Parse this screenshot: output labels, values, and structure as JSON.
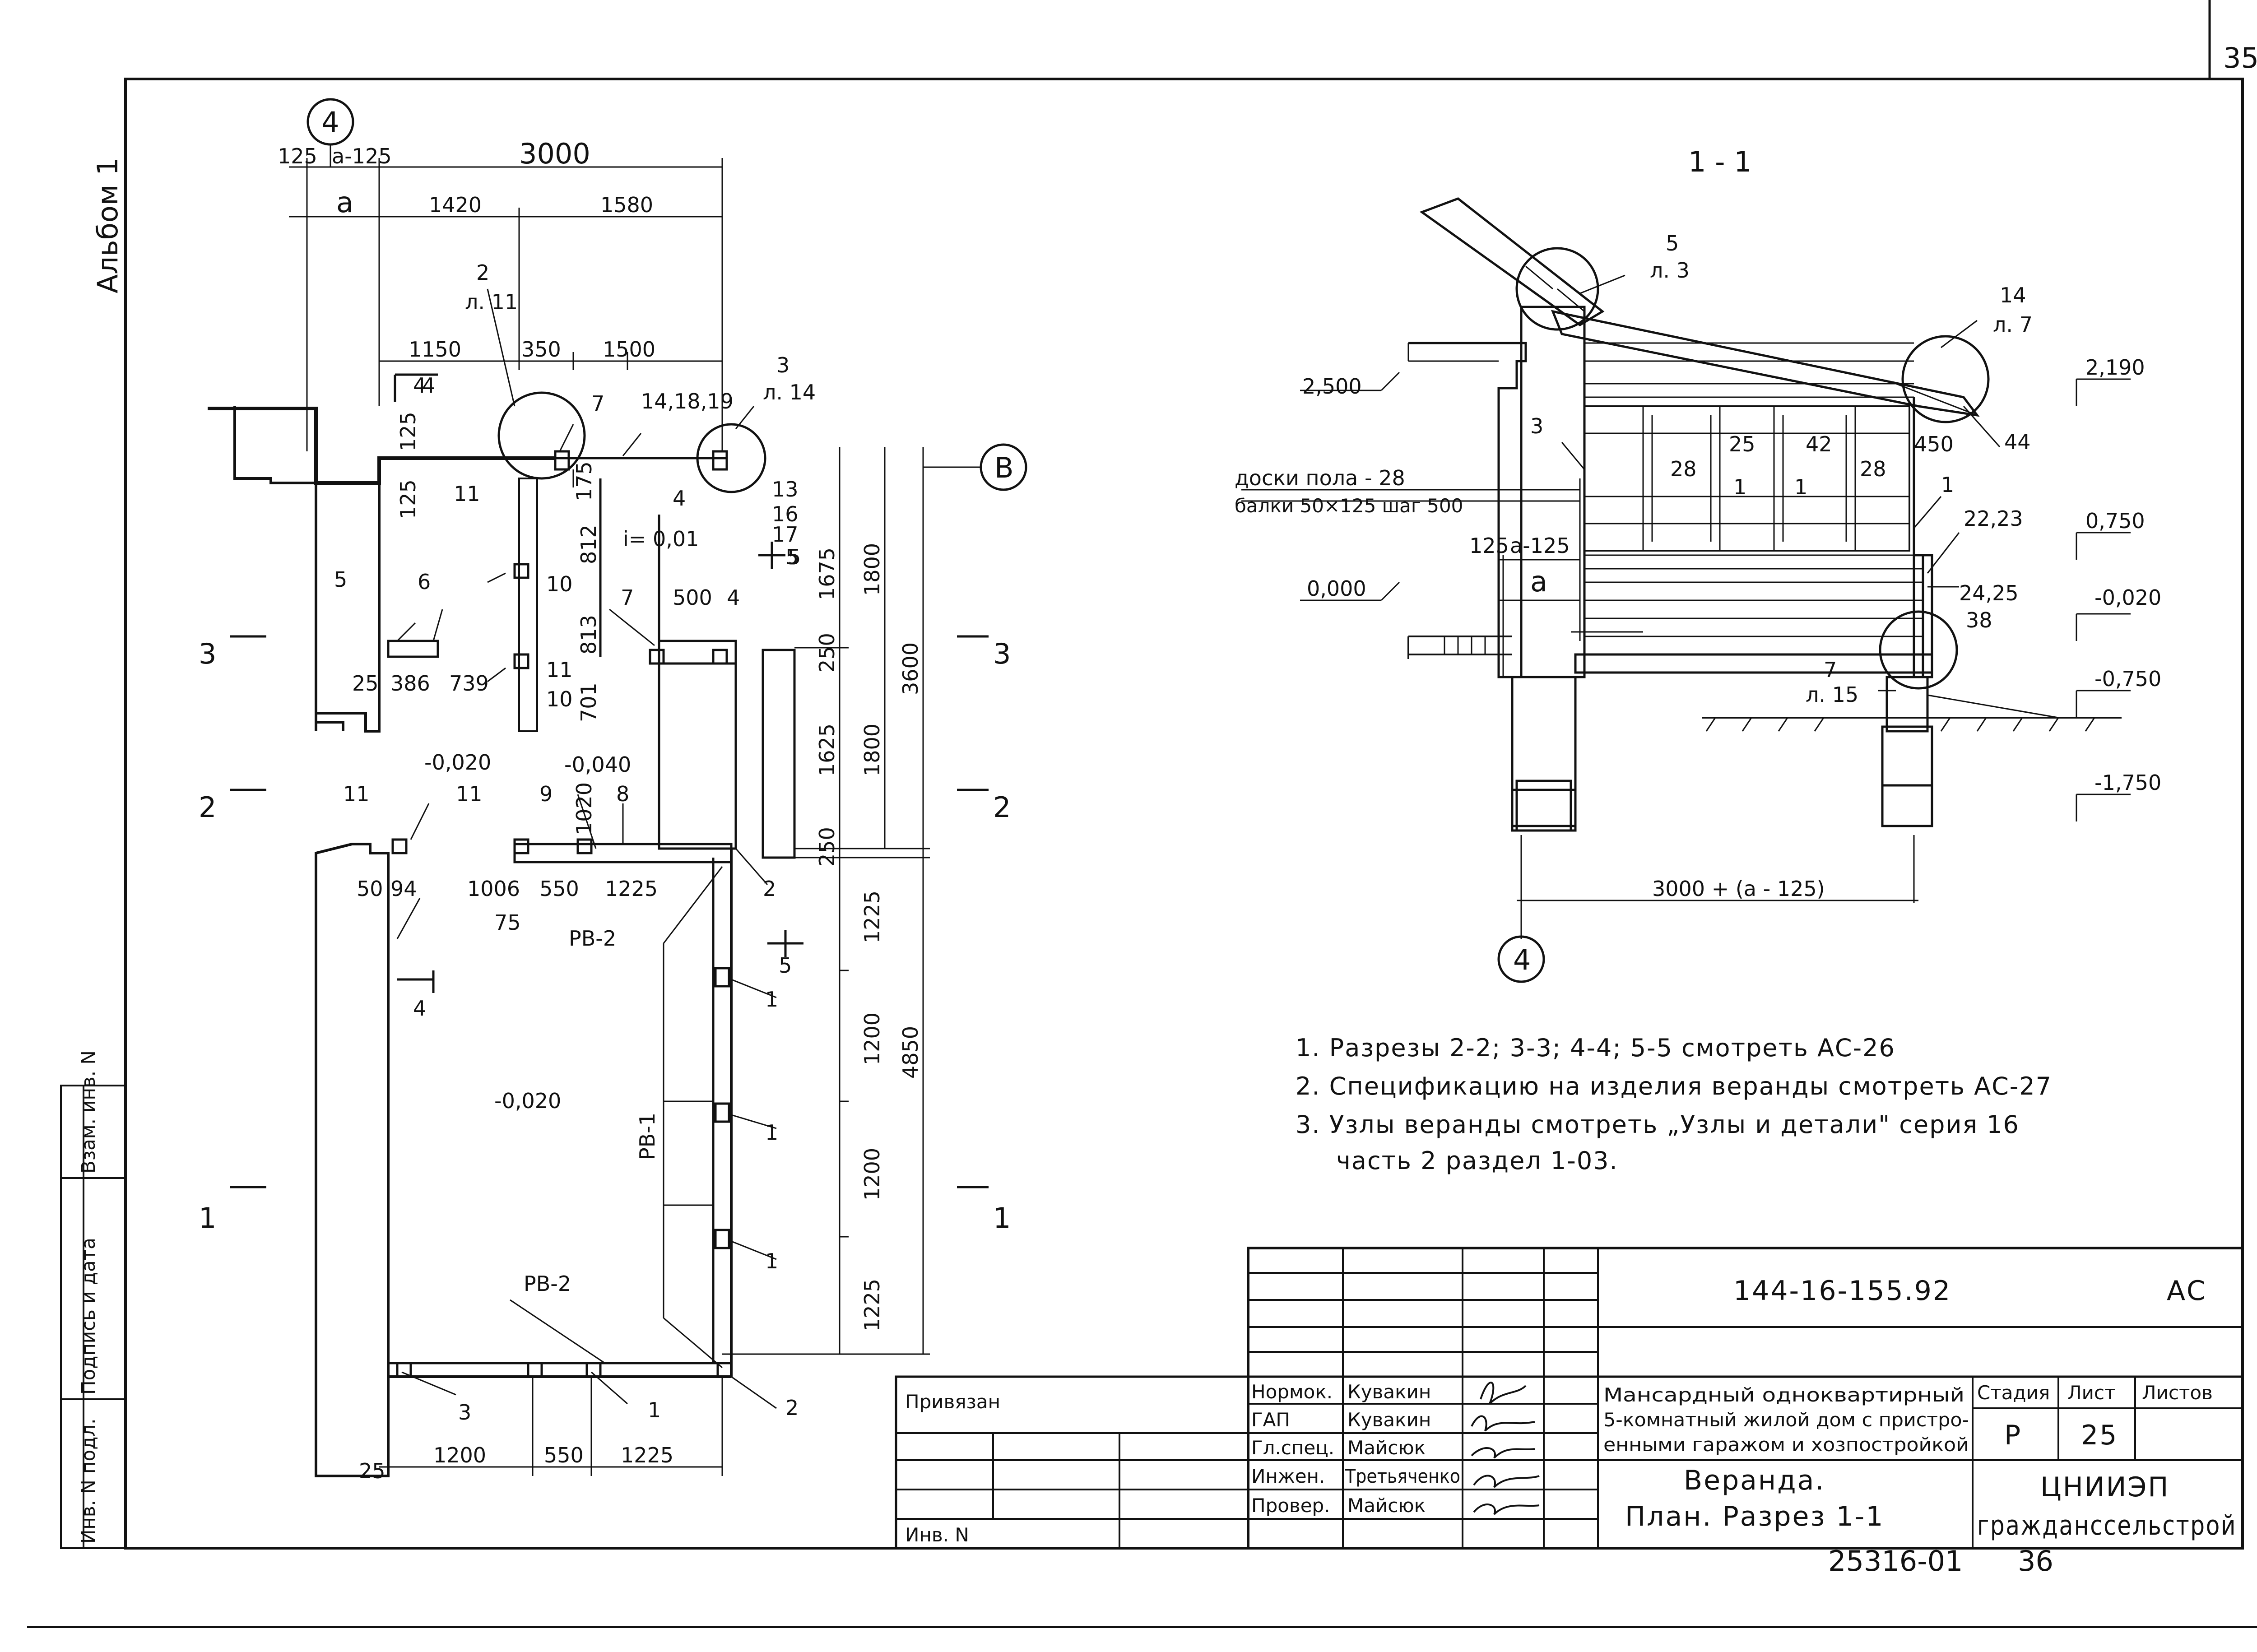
{
  "sheet": {
    "corner_page": "35",
    "album_label": "Альбом 1",
    "bottom_code": "25316-01",
    "bottom_page": "36",
    "side_stamp": [
      "Инв. N подл.",
      "Подпись и дата",
      "Взам. инв. N"
    ]
  },
  "plan": {
    "axis_4": "4",
    "axis_v": "В",
    "top_dims": [
      "125",
      "a-125",
      "3000",
      "a",
      "1420",
      "1580",
      "1150",
      "350",
      "1500"
    ],
    "side_dims": [
      "1675",
      "1800",
      "3600",
      "250",
      "1625",
      "1800",
      "250",
      "1225",
      "4850",
      "1200",
      "1200",
      "1225"
    ],
    "inner_dims": [
      "125",
      "125",
      "175",
      "812",
      "813",
      "701",
      "25",
      "386",
      "739",
      "500",
      "50",
      "94",
      "1006",
      "550",
      "1225",
      "1020",
      "75",
      "25",
      "1200",
      "550",
      "1225"
    ],
    "levels": [
      "-0,020",
      "-0,040",
      "-0,020"
    ],
    "slope": "i= 0,01",
    "beam_labels": [
      "РВ-1",
      "РВ-2",
      "РВ-2"
    ],
    "callouts": [
      "2",
      "л. 11",
      "3",
      "л. 14",
      "14,18,19",
      "7",
      "11",
      "10",
      "11",
      "10",
      "13",
      "16",
      "17",
      "5",
      "4",
      "7",
      "4",
      "9",
      "8",
      "11",
      "11",
      "2",
      "1",
      "1",
      "1",
      "2",
      "3",
      "1",
      "5",
      "6",
      "4"
    ],
    "section_marks": [
      "4",
      "4",
      "5",
      "5",
      "3",
      "3",
      "2",
      "2",
      "1",
      "1"
    ]
  },
  "section": {
    "title": "1 - 1",
    "floor_label": "доски пола - 28",
    "beam_label": "балки 50×125 шаг 500",
    "levels": [
      "2,500",
      "2,190",
      "0,750",
      "0,000",
      "-0,020",
      "-0,750",
      "-1,750"
    ],
    "callouts": [
      "5",
      "л. 3",
      "14",
      "л. 7",
      "44",
      "3",
      "25",
      "42",
      "28",
      "28",
      "1",
      "1",
      "450",
      "1",
      "22,23",
      "24,25",
      "38",
      "7",
      "л. 15"
    ],
    "dims": [
      "125",
      "a-125",
      "a",
      "3000 + (a - 125)"
    ],
    "axis_4": "4"
  },
  "notes": [
    "1. Разрезы 2-2; 3-3; 4-4; 5-5 смотреть АС-26",
    "2. Спецификацию на изделия веранды смотреть АС-27",
    "3. Узлы веранды смотреть „Узлы и детали\" серия 16",
    "часть 2 раздел 1-03."
  ],
  "title_block": {
    "doc_code": "144-16-155.92",
    "mark": "АС",
    "privyazan": "Привязан",
    "inv_n": "Инв. N",
    "roles": [
      "Нормок.",
      "ГАП",
      "Гл.спец.",
      "Инжен.",
      "Провер."
    ],
    "names": [
      "Кувакин",
      "Кувакин",
      "Майсюк",
      "Третьяченко",
      "Майсюк"
    ],
    "project": [
      "Мансардный одноквартирный",
      "5-комнатный жилой дом с пристро-",
      "енными гаражом и хозпостройкой"
    ],
    "drawing": [
      "Веранда.",
      "План. Разрез 1-1"
    ],
    "stage_label": "Стадия",
    "sheet_label": "Лист",
    "sheets_label": "Листов",
    "stage": "Р",
    "sheet": "25",
    "org": [
      "ЦНИИЭП",
      "гражданссельстрой"
    ]
  }
}
